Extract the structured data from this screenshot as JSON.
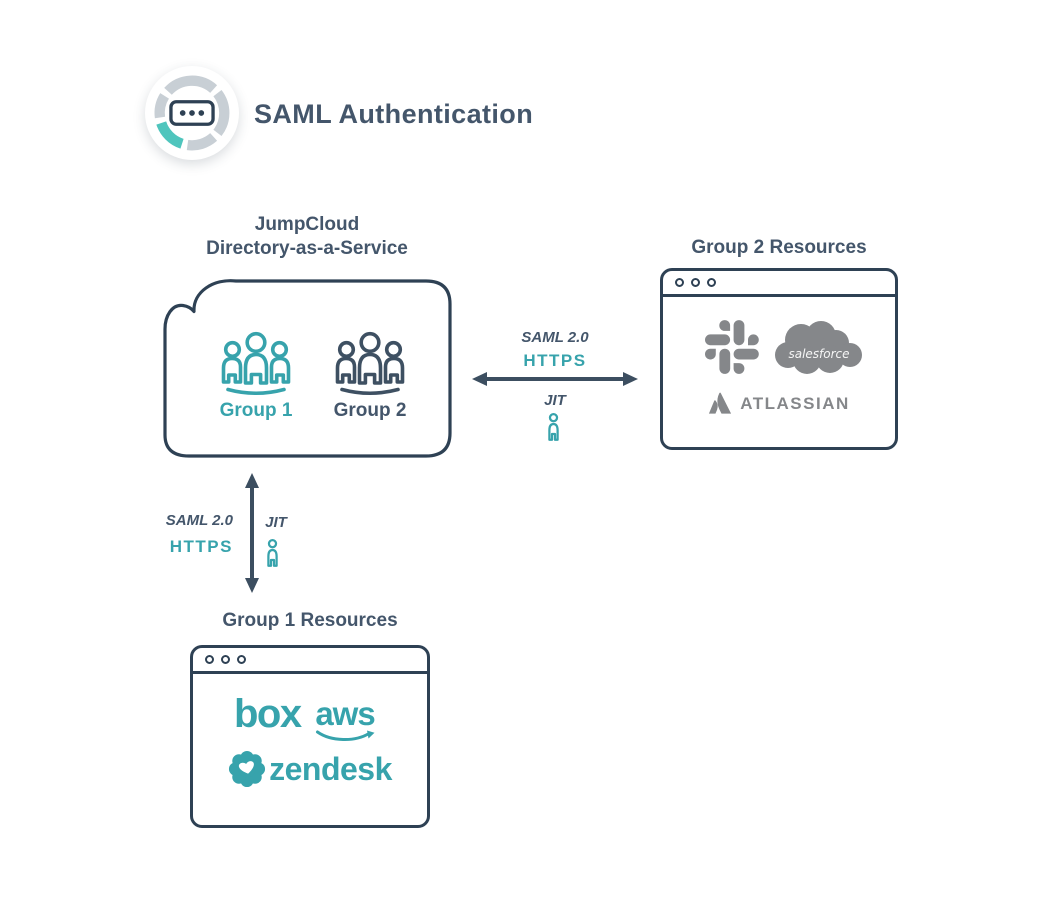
{
  "title": "SAML Authentication",
  "idp": {
    "name_line1": "JumpCloud",
    "name_line2": "Directory-as-a-Service",
    "groups": [
      {
        "label": "Group 1"
      },
      {
        "label": "Group 2"
      }
    ]
  },
  "connections": {
    "right": {
      "protocol": "SAML 2.0",
      "transport": "HTTPS",
      "provisioning": "JIT"
    },
    "down": {
      "protocol": "SAML 2.0",
      "transport": "HTTPS",
      "provisioning": "JIT"
    }
  },
  "resources": {
    "group2": {
      "title": "Group 2 Resources",
      "atlassian_label": "ATLASSIAN",
      "salesforce_label": "salesforce"
    },
    "group1": {
      "title": "Group 1 Resources",
      "box_label": "box",
      "aws_label": "aws",
      "zendesk_label": "zendesk"
    }
  },
  "colors": {
    "teal": "#37a3ac",
    "mint": "#4fc5bd",
    "slate": "#2e4154",
    "slate_text": "#44566b",
    "slate_icon": "#3e5062",
    "gray_logo": "#85878a",
    "ring_gray": "#c8cfd5"
  }
}
